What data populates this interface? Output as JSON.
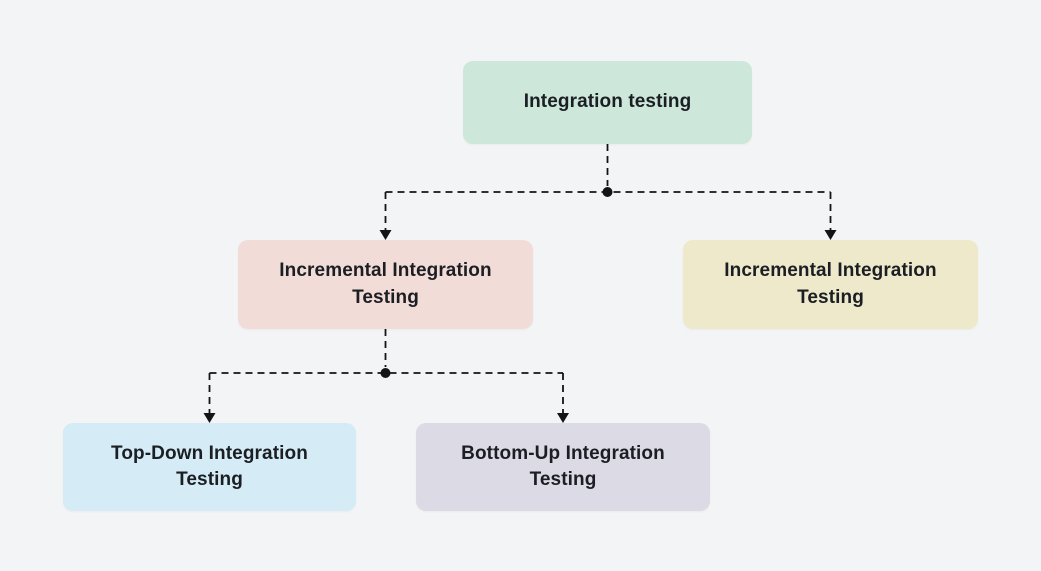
{
  "diagram": {
    "type": "flowchart",
    "nodes": [
      {
        "id": "integration-testing",
        "label": "Integration testing",
        "color": "#cde7da"
      },
      {
        "id": "incremental-integration-left",
        "label": "Incremental Integration Testing",
        "color": "#f2dcd8"
      },
      {
        "id": "incremental-integration-right",
        "label": "Incremental Integration Testing",
        "color": "#eee9cb"
      },
      {
        "id": "top-down-integration",
        "label": "Top-Down Integration Testing",
        "color": "#d5ecf6"
      },
      {
        "id": "bottom-up-integration",
        "label": "Bottom-Up Integration Testing",
        "color": "#dcdae4"
      }
    ],
    "edges": [
      {
        "from": "integration-testing",
        "to": "incremental-integration-left",
        "style": "dashed-arrow"
      },
      {
        "from": "integration-testing",
        "to": "incremental-integration-right",
        "style": "dashed-arrow"
      },
      {
        "from": "incremental-integration-left",
        "to": "top-down-integration",
        "style": "dashed-arrow"
      },
      {
        "from": "incremental-integration-left",
        "to": "bottom-up-integration",
        "style": "dashed-arrow"
      }
    ],
    "colors": {
      "background": "#f3f4f6",
      "line": "#141414",
      "text": "#1b1e23"
    }
  }
}
